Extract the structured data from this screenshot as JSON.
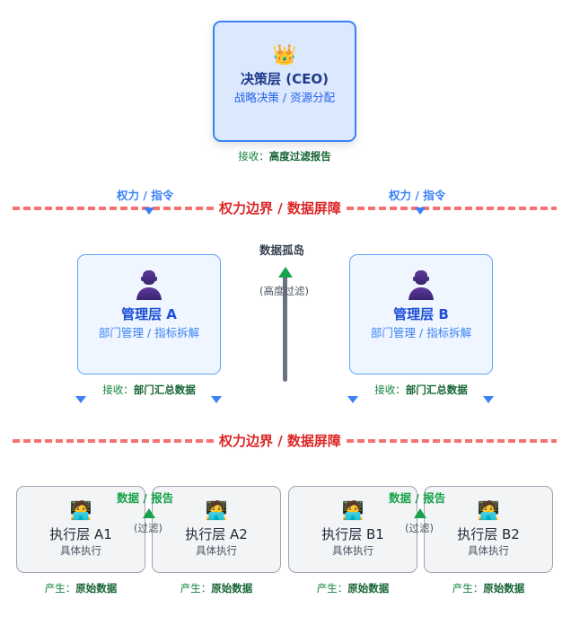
{
  "ceo": {
    "icon": "crown-icon",
    "icon_glyph": "👑",
    "title": "决策层 (CEO)",
    "subtitle": "战略决策 / 资源分配",
    "caption_prefix": "接收：",
    "caption_value": "高度过滤报告"
  },
  "command_labels": [
    "权力 / 指令",
    "权力 / 指令"
  ],
  "boundaries": [
    "权力边界 / 数据屏障",
    "权力边界 / 数据屏障"
  ],
  "island": {
    "title": "数据孤岛",
    "note": "(高度过滤)"
  },
  "managers": [
    {
      "icon": "person-icon",
      "title": "管理层 A",
      "subtitle": "部门管理 / 指标拆解",
      "caption_prefix": "接收：",
      "caption_value": "部门汇总数据"
    },
    {
      "icon": "person-icon",
      "title": "管理层 B",
      "subtitle": "部门管理 / 指标拆解",
      "caption_prefix": "接收：",
      "caption_value": "部门汇总数据"
    }
  ],
  "report_links": [
    {
      "label": "数据 / 报告",
      "note": "(过滤)"
    },
    {
      "label": "数据 / 报告",
      "note": "(过滤)"
    }
  ],
  "executors": [
    {
      "icon": "worker-laptop-icon",
      "icon_glyph": "🧑‍💻",
      "title": "执行层 A1",
      "subtitle": "具体执行",
      "caption_prefix": "产生：",
      "caption_value": "原始数据"
    },
    {
      "icon": "worker-laptop-icon",
      "icon_glyph": "🧑‍💻",
      "title": "执行层 A2",
      "subtitle": "具体执行",
      "caption_prefix": "产生：",
      "caption_value": "原始数据"
    },
    {
      "icon": "worker-laptop-icon",
      "icon_glyph": "🧑‍💻",
      "title": "执行层 B1",
      "subtitle": "具体执行",
      "caption_prefix": "产生：",
      "caption_value": "原始数据"
    },
    {
      "icon": "worker-laptop-icon",
      "icon_glyph": "🧑‍💻",
      "title": "执行层 B2",
      "subtitle": "具体执行",
      "caption_prefix": "产生：",
      "caption_value": "原始数据"
    }
  ],
  "colors": {
    "ceo_border": "#3b82f6",
    "ceo_fill": "#dbe8fe",
    "manager_fill": "#eff6ff",
    "boundary": "#f87171",
    "boundary_text": "#dc2626",
    "command": "#3b82f6",
    "report": "#16a34a"
  }
}
